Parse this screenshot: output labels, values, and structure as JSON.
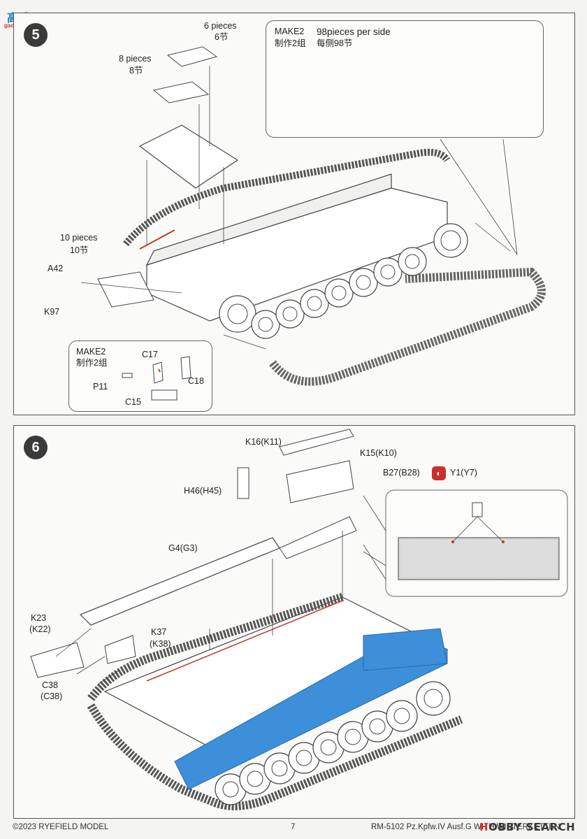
{
  "watermark": {
    "text": "高手网",
    "sub": "gao-shou.com"
  },
  "step5": {
    "number": "5",
    "inset": {
      "make": "MAKE2",
      "make_cn": "制作2组",
      "pieces": "98pieces per side",
      "pieces_cn": "每侧98节"
    },
    "labels": {
      "six_pieces": "6 pieces",
      "six_cn": "6节",
      "eight_pieces": "8 pieces",
      "eight_cn": "8节",
      "ten_pieces": "10 pieces",
      "ten_cn": "10节",
      "a42": "A42",
      "k97": "K97"
    },
    "sub_inset": {
      "make": "MAKE2",
      "make_cn": "制作2组",
      "c17": "C17",
      "c18": "C18",
      "p11": "P11",
      "c15": "C15"
    }
  },
  "step6": {
    "number": "6",
    "labels": {
      "k16": "K16(K11)",
      "k15": "K15(K10)",
      "b27": "B27(B28)",
      "y1": "Y1(Y7)",
      "h46": "H46(H45)",
      "g4": "G4(G3)",
      "k23": "K23",
      "k22": "(K22)",
      "k37": "K37",
      "k38": "(K38)",
      "c38a": "C38",
      "c38b": "(C38)"
    }
  },
  "footer": {
    "copyright": "©2023 RYEFIELD MODEL",
    "page": "7",
    "product": "RM-5102 Pz.Kpfw.IV Ausf.G WITH WINTERKETTEN",
    "brand_h": "H",
    "brand_rest": "OBBY SEARCH"
  },
  "colors": {
    "highlight_blue": "#3c8fd8",
    "mark_red": "#c0392b",
    "ink": "#222222"
  }
}
